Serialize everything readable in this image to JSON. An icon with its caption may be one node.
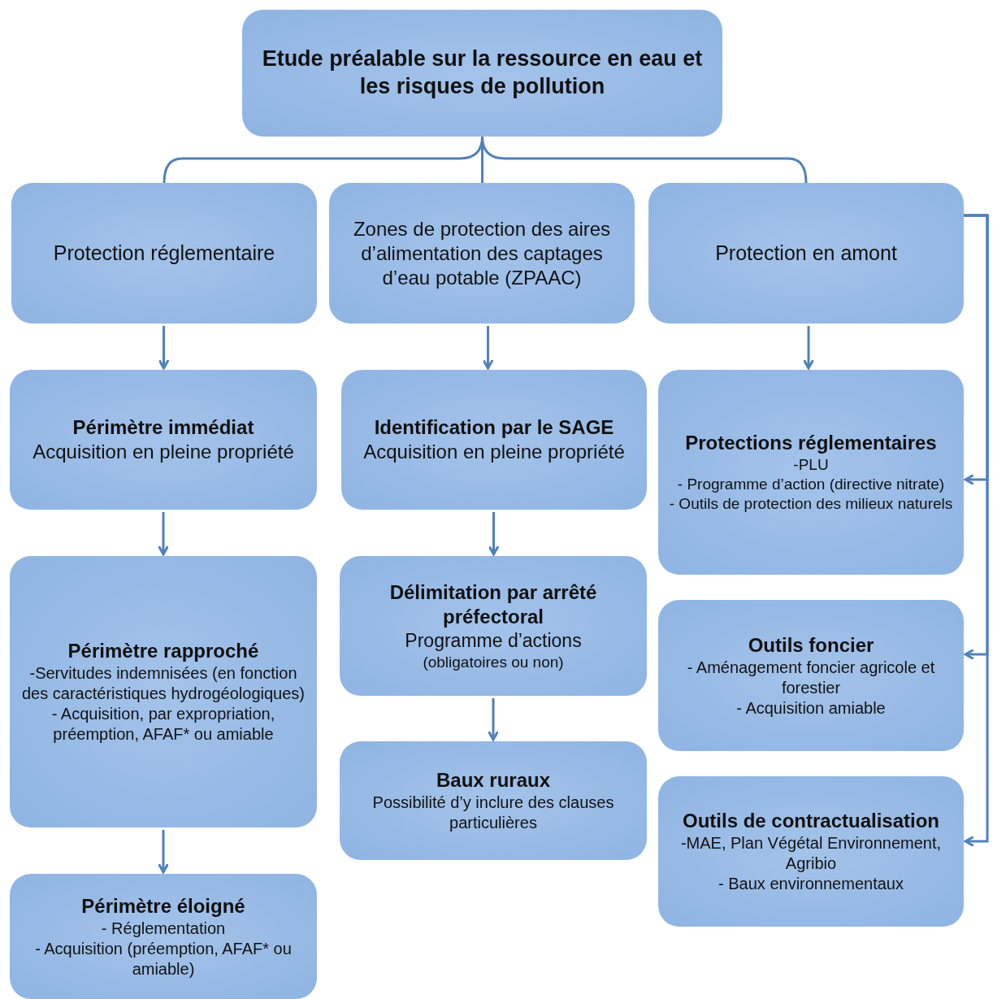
{
  "diagram": {
    "nodes": [
      {
        "text": [
          "Etude préalable sur la ressource en eau et les risques de pollution"
        ]
      },
      {
        "text": [
          "Protection réglementaire"
        ]
      },
      {
        "text": [
          "Zones de protection des aires d’alimentation des captages d’eau potable (ZPAAC)"
        ]
      },
      {
        "text": [
          "Protection en amont"
        ]
      },
      {
        "text": [
          "Périmètre immédiat",
          "Acquisition en pleine propriété"
        ]
      },
      {
        "text": [
          "Identification par le SAGE",
          "Acquisition en pleine propriété"
        ]
      },
      {
        "text": [
          "Protections réglementaires",
          "-PLU",
          "- Programme d’action (directive nitrate)",
          "- Outils de protection des milieux naturels"
        ]
      },
      {
        "text": [
          "Périmètre rapproché",
          "-Servitudes indemnisées (en fonction des caractéristiques hydrogéologiques)",
          "- Acquisition, par expropriation, préemption, AFAF* ou amiable"
        ]
      },
      {
        "text": [
          "Délimitation par arrêté préfectoral",
          "Programme d’actions",
          "(obligatoires ou non)"
        ]
      },
      {
        "text": [
          "Outils foncier",
          "- Aménagement foncier agricole et forestier",
          "- Acquisition amiable"
        ]
      },
      {
        "text": [
          "Périmètre éloigné",
          "- Réglementation",
          "- Acquisition (préemption, AFAF* ou amiable)"
        ]
      },
      {
        "text": [
          "Baux ruraux",
          "Possibilité d’y inclure des clauses particulières"
        ]
      },
      {
        "text": [
          "Outils de contractualisation",
          "-MAE, Plan Végétal Environnement, Agribio",
          "- Baux environnementaux"
        ]
      }
    ],
    "edges": [
      {
        "from": 0,
        "to": 1,
        "arrow": "none"
      },
      {
        "from": 0,
        "to": 2,
        "arrow": "none"
      },
      {
        "from": 0,
        "to": 3,
        "arrow": "none"
      },
      {
        "from": 1,
        "to": 4,
        "arrow": "to"
      },
      {
        "from": 4,
        "to": 7,
        "arrow": "to"
      },
      {
        "from": 7,
        "to": 10,
        "arrow": "to"
      },
      {
        "from": 2,
        "to": 5,
        "arrow": "to"
      },
      {
        "from": 5,
        "to": 8,
        "arrow": "to"
      },
      {
        "from": 8,
        "to": 11,
        "arrow": "to"
      },
      {
        "from": 3,
        "to": 6,
        "arrow": "to"
      },
      {
        "from": 3,
        "to": 6,
        "arrow": "to"
      },
      {
        "from": 3,
        "to": 9,
        "arrow": "to"
      },
      {
        "from": 3,
        "to": 12,
        "arrow": "to"
      }
    ]
  }
}
